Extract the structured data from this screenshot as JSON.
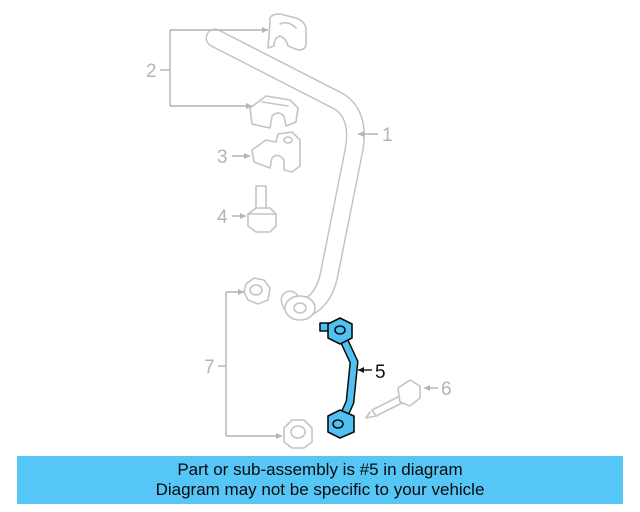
{
  "diagram": {
    "callouts": [
      {
        "id": "1",
        "label": "1"
      },
      {
        "id": "2",
        "label": "2"
      },
      {
        "id": "3",
        "label": "3"
      },
      {
        "id": "4",
        "label": "4"
      },
      {
        "id": "5",
        "label": "5"
      },
      {
        "id": "6",
        "label": "6"
      },
      {
        "id": "7",
        "label": "7"
      }
    ],
    "highlighted_part": "5",
    "highlight_color": "#4fc1f2",
    "banner_color": "#55c6f5"
  },
  "banner": {
    "line1": "Part or sub-assembly is #5 in diagram",
    "line2": "Diagram may not be specific to your vehicle"
  }
}
